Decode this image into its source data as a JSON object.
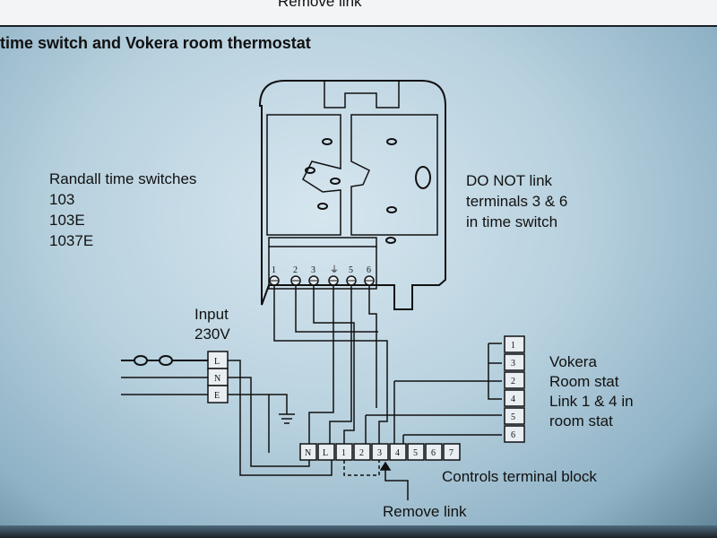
{
  "top_partial_text": "Remove link",
  "title": "time switch and Vokera room thermostat",
  "randall": {
    "heading": "Randall time switches",
    "models": [
      "103",
      "103E",
      "1037E"
    ]
  },
  "warning": {
    "lines": [
      "DO NOT link",
      "terminals 3 & 6",
      "in time switch"
    ]
  },
  "input": {
    "lines": [
      "Input",
      "230V"
    ],
    "terminals": [
      "L",
      "N",
      "E"
    ]
  },
  "switch_terminals": [
    "1",
    "2",
    "3",
    "⏚",
    "5",
    "6"
  ],
  "vokera": {
    "lines": [
      "Vokera",
      "Room stat",
      "Link 1 & 4 in",
      "room stat"
    ],
    "terminals": [
      "1",
      "3",
      "2",
      "4",
      "5",
      "6"
    ]
  },
  "controls_block": {
    "label": "Controls terminal block",
    "terminals": [
      "N",
      "L",
      "1",
      "2",
      "3",
      "4",
      "5",
      "6",
      "7"
    ]
  },
  "remove_link": "Remove link",
  "colors": {
    "ink": "#111111",
    "screen": "#c4dbe7",
    "topbar": "#f2f4f5"
  }
}
